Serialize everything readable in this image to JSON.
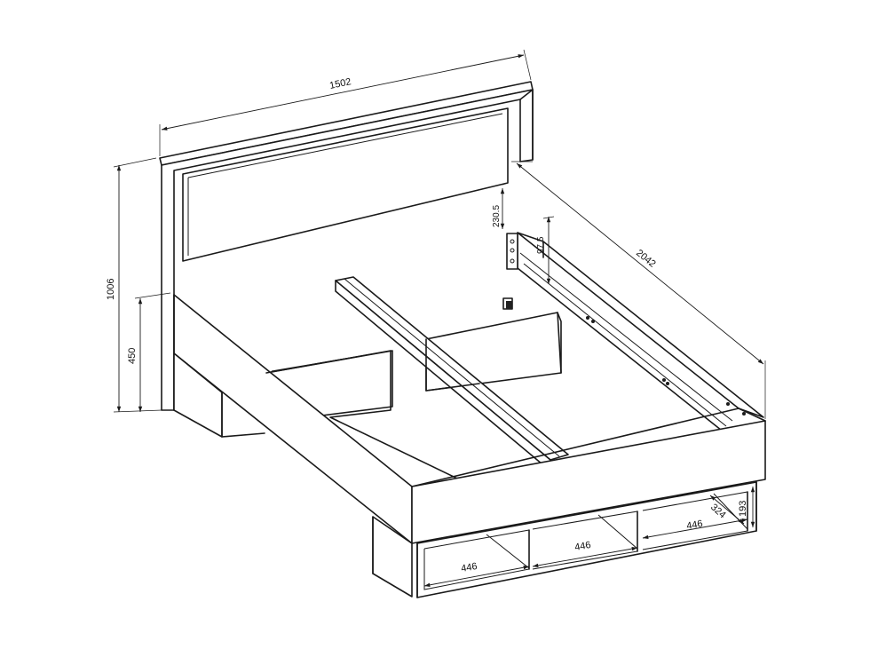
{
  "dimensions": {
    "headboard_width": "1502",
    "total_height": "1006",
    "bed_height": "450",
    "total_length": "2042",
    "headboard_panel_height": "230.5",
    "rail_height": "97.5",
    "drawer_width_front": "446",
    "drawer_width_middle": "446",
    "drawer_width_back": "446",
    "drawer_depth": "324",
    "drawer_height": "193"
  }
}
